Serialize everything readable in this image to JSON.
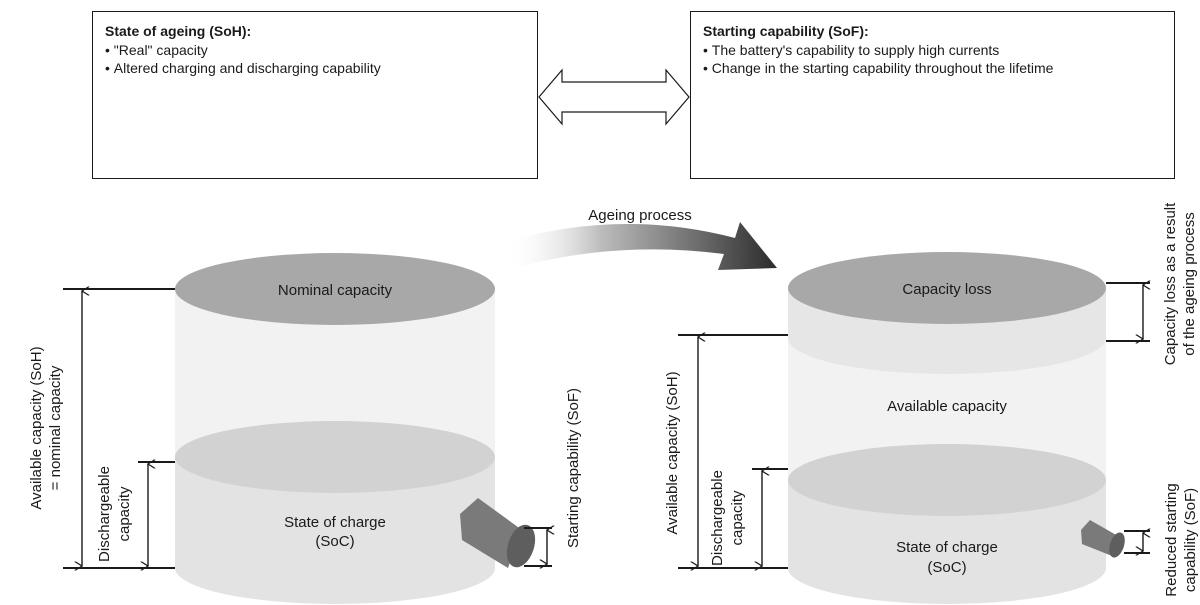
{
  "box_soh": {
    "title": "State of ageing (SoH):",
    "items": [
      "\"Real\" capacity",
      "Altered charging and discharging capability"
    ]
  },
  "box_sof": {
    "title": "Starting capability (SoF):",
    "items": [
      "The battery's capability to supply high currents",
      "Change in the starting capability throughout the lifetime"
    ]
  },
  "ageing_process": "Ageing process",
  "left": {
    "top_label": "Nominal capacity",
    "bottom_label_1": "State of charge",
    "bottom_label_2": "(SoC)",
    "available_1": "Available capacity (SoH)",
    "available_2": "= nominal capacity",
    "dischargeable_1": "Dischargeable",
    "dischargeable_2": "capacity",
    "starting": "Starting capability (SoF)"
  },
  "right": {
    "top_label": "Capacity loss",
    "middle_label": "Available capacity",
    "bottom_label_1": "State of charge",
    "bottom_label_2": "(SoC)",
    "available": "Available capacity (SoH)",
    "dischargeable_1": "Dischargeable",
    "dischargeable_2": "capacity",
    "loss_1": "Capacity loss as a result",
    "loss_2": "of the ageing process",
    "reduced_1": "Reduced starting",
    "reduced_2": "capability (SoF)"
  },
  "colors": {
    "top_ellipse": "#a8a8a8",
    "charge_ellipse": "#d2d2d2",
    "cylinder_light": "#f0f0f0",
    "cylinder_mid": "#e6e6e6",
    "pipe": "#777777",
    "stroke": "#1a1a1a"
  }
}
